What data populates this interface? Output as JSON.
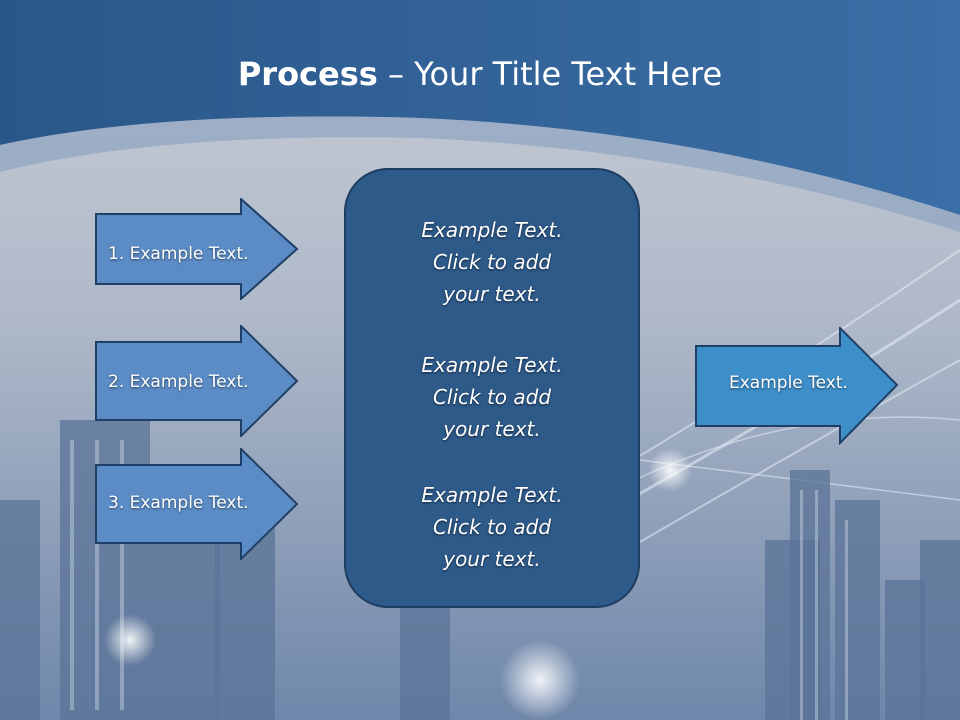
{
  "title": {
    "bold": "Process",
    "rest": "– Your Title Text Here"
  },
  "left_steps": [
    {
      "label": "1. Example Text."
    },
    {
      "label": "2. Example Text."
    },
    {
      "label": "3. Example Text."
    }
  ],
  "center_blocks": [
    {
      "lines": [
        "Example Text.",
        "Click  to add",
        "your text."
      ]
    },
    {
      "lines": [
        "Example Text.",
        "Click  to add",
        "your text."
      ]
    },
    {
      "lines": [
        "Example Text.",
        "Click  to add",
        "your text."
      ]
    }
  ],
  "output": {
    "label": "Example Text."
  },
  "colors": {
    "header_blue": "#2c5a8e",
    "arrow_fill": "#5b8cc6",
    "output_fill": "#3d8ec9",
    "center_fill": "#2e5a8a"
  }
}
